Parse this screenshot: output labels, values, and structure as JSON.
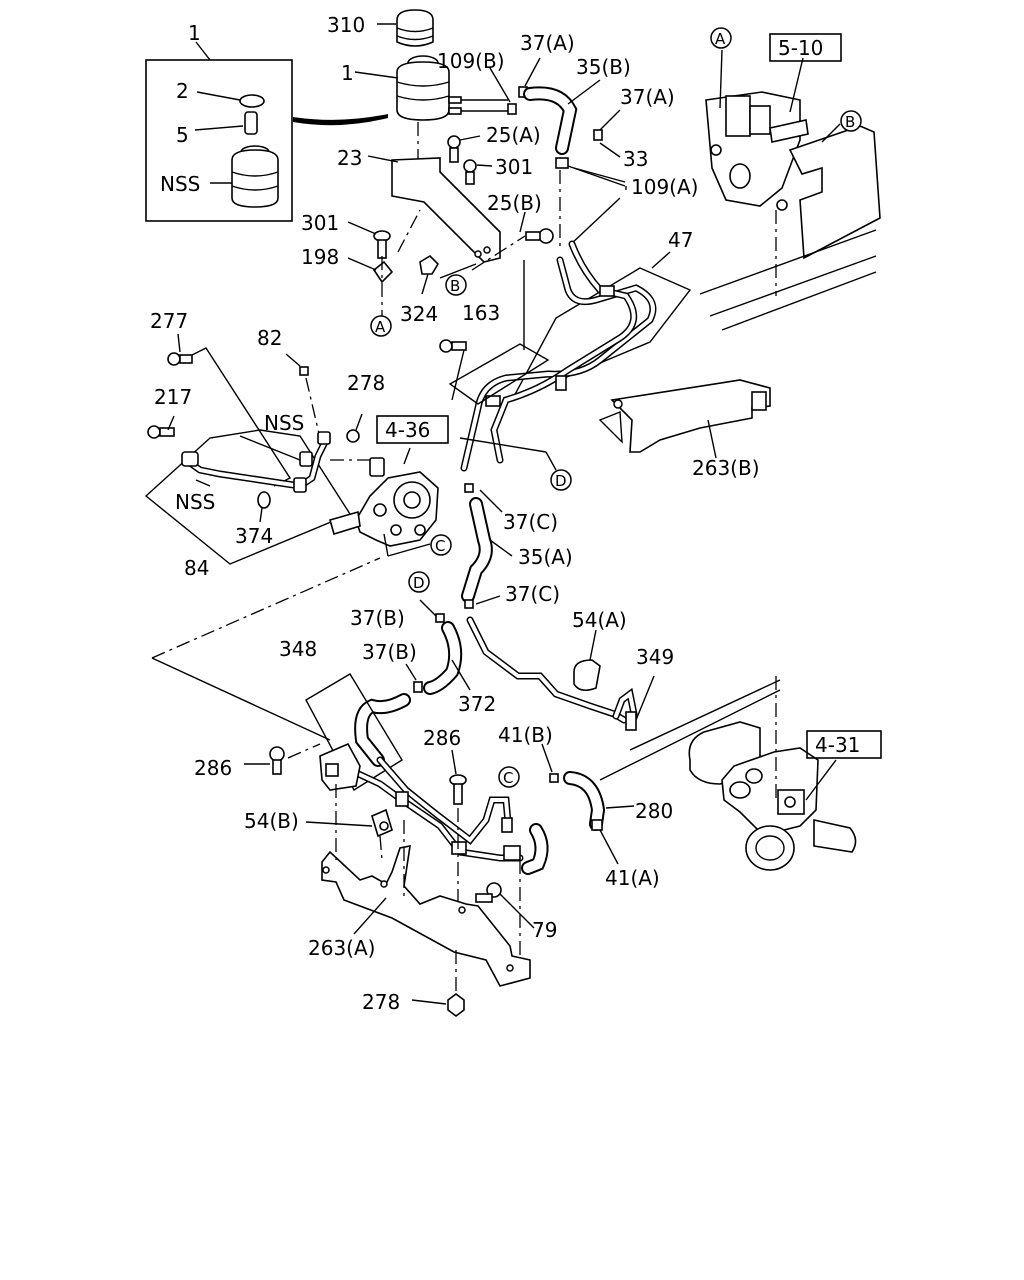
{
  "labels": {
    "l310": "310",
    "l1a": "1",
    "l1b": "1",
    "l2": "2",
    "l5": "5",
    "lnss1": "NSS",
    "l109b": "109(B)",
    "l37a_top": "37(A)",
    "l35b": "35(B)",
    "l37a_mid": "37(A)",
    "l25a": "25(A)",
    "l23": "23",
    "l301a": "301",
    "l33": "33",
    "l109a": "109(A)",
    "l301b": "301",
    "l25b": "25(B)",
    "l198": "198",
    "l324": "324",
    "l47": "47",
    "l163": "163",
    "l277": "277",
    "l82": "82",
    "l217": "217",
    "l278a": "278",
    "lnss2": "NSS",
    "lnss3": "NSS",
    "l374": "374",
    "l84": "84",
    "l263b": "263(B)",
    "l37c_a": "37(C)",
    "l35a": "35(A)",
    "l37c_b": "37(C)",
    "l37b_a": "37(B)",
    "l54a": "54(A)",
    "l348": "348",
    "l37b_b": "37(B)",
    "l349": "349",
    "l372": "372",
    "l286a": "286",
    "l286b": "286",
    "l41b": "41(B)",
    "l54b": "54(B)",
    "l280": "280",
    "l41a": "41(A)",
    "l79": "79",
    "l263a": "263(A)",
    "l278b": "278"
  },
  "refs": {
    "r510": "5-10",
    "r436": "4-36",
    "r431": "4-31"
  },
  "callouts": {
    "a_top": "A",
    "a_bot": "A",
    "b_top": "B",
    "b_mid": "B",
    "c1": "C",
    "c2": "C",
    "d1": "D",
    "d2": "D"
  }
}
